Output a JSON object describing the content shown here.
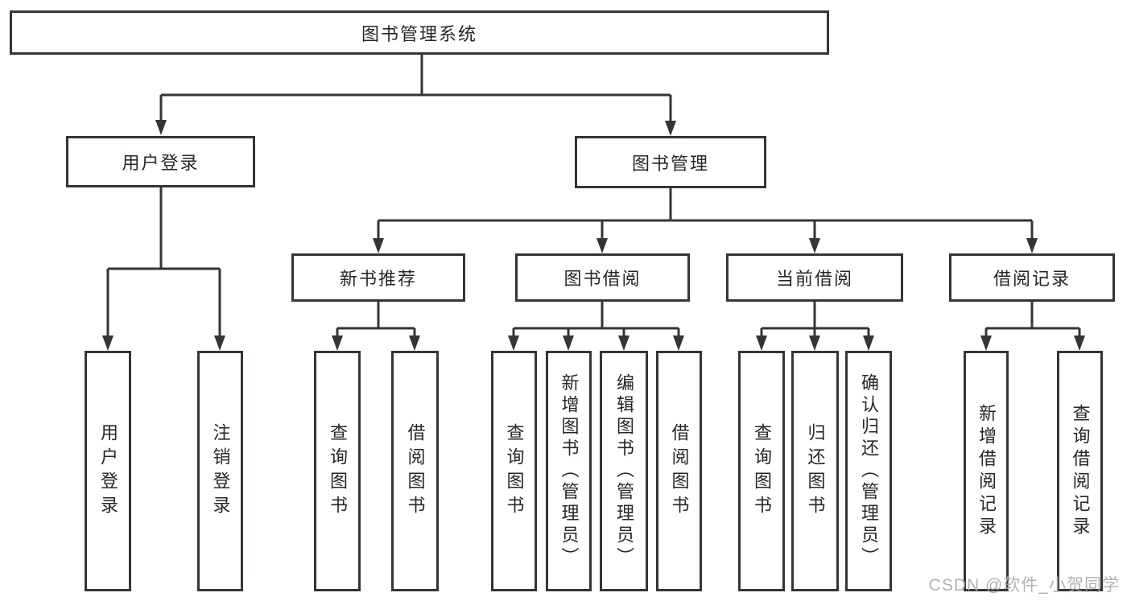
{
  "page": {
    "background": "#ffffff"
  },
  "watermark": {
    "text": "CSDN @软件_小贺同学",
    "color": "#aaaaaa"
  },
  "diagram": {
    "type": "hierarchy-tree",
    "line_color": "#333538",
    "text_color": "#24272b",
    "box_background": "#ffffff",
    "nodes": {
      "root": {
        "label": "图书管理系统"
      },
      "level2": [
        {
          "label": "用户登录",
          "parent": "图书管理系统"
        },
        {
          "label": "图书管理",
          "parent": "图书管理系统"
        }
      ],
      "level3": [
        {
          "label": "新书推荐",
          "parent": "图书管理"
        },
        {
          "label": "图书借阅",
          "parent": "图书管理"
        },
        {
          "label": "当前借阅",
          "parent": "图书管理"
        },
        {
          "label": "借阅记录",
          "parent": "图书管理"
        }
      ],
      "leaves": [
        {
          "label": "用户登录",
          "parent": "用户登录"
        },
        {
          "label": "注销登录",
          "parent": "用户登录"
        },
        {
          "label": "查询图书",
          "parent": "新书推荐"
        },
        {
          "label": "借阅图书",
          "parent": "新书推荐"
        },
        {
          "label": "查询图书",
          "parent": "图书借阅"
        },
        {
          "label": "新增图书（管理员）",
          "parent": "图书借阅"
        },
        {
          "label": "编辑图书（管理员）",
          "parent": "图书借阅"
        },
        {
          "label": "借阅图书",
          "parent": "图书借阅"
        },
        {
          "label": "查询图书",
          "parent": "当前借阅"
        },
        {
          "label": "归还图书",
          "parent": "当前借阅"
        },
        {
          "label": "确认归还（管理员）",
          "parent": "当前借阅"
        },
        {
          "label": "新增借阅记录",
          "parent": "借阅记录"
        },
        {
          "label": "查询借阅记录",
          "parent": "借阅记录"
        }
      ]
    }
  }
}
